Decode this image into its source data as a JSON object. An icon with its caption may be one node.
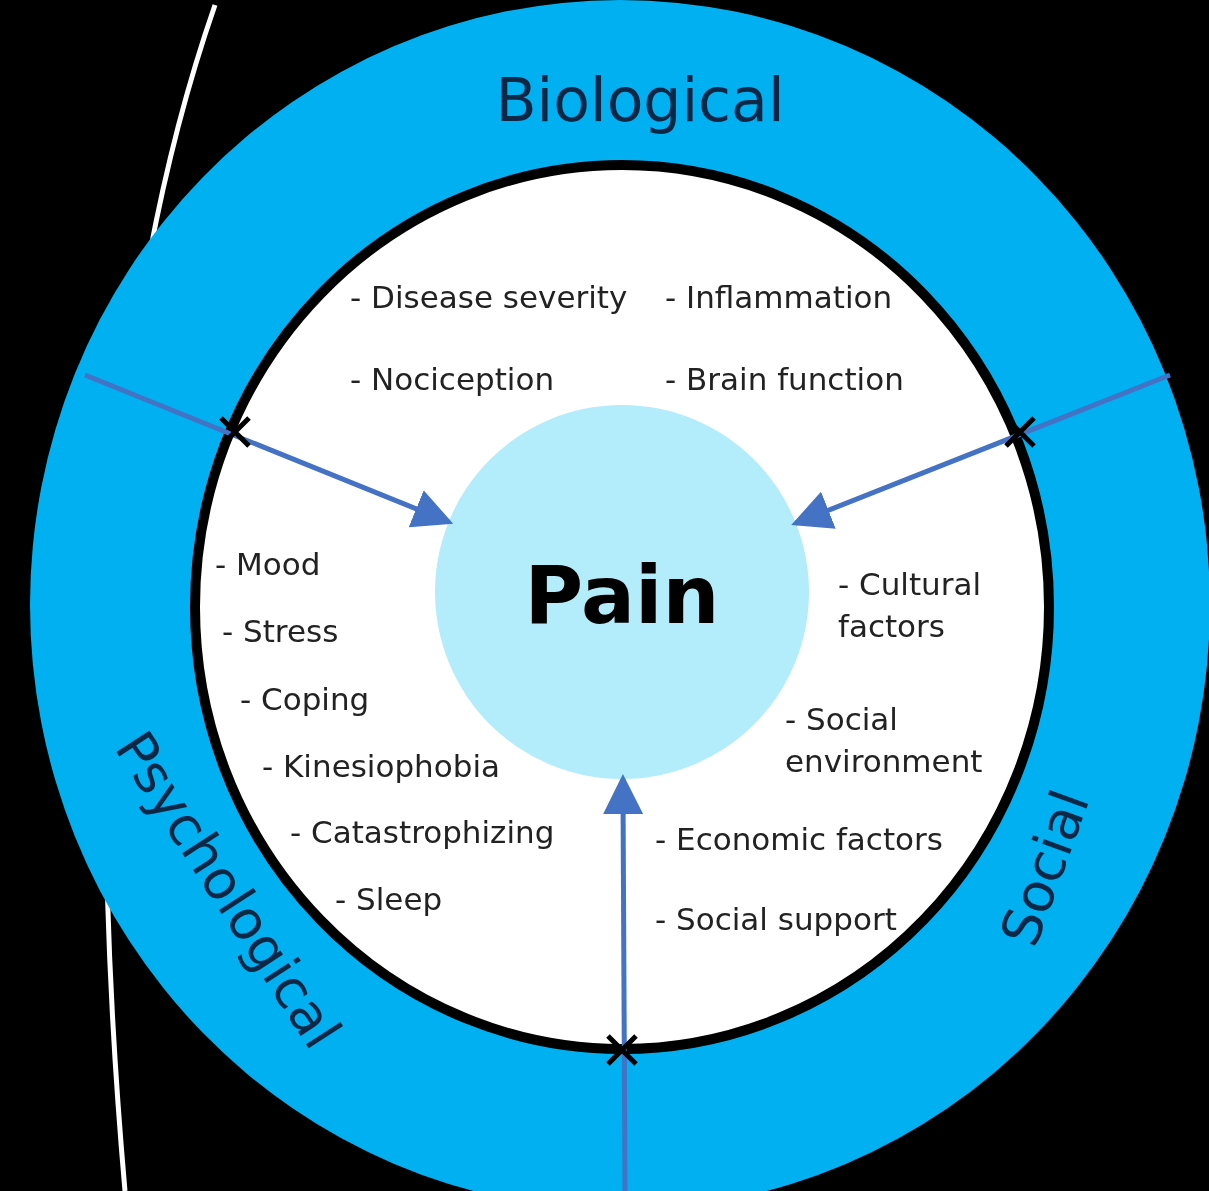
{
  "diagram": {
    "nodes": [
      {
        "text": [
          "Biological",
          "Psychological",
          "Social"
        ]
      },
      {
        "text": [],
        "shape": "circle",
        "in": 0
      },
      {
        "text": [
          "Pain"
        ],
        "in": 1
      }
    ],
    "edges": [
      {
        "from": null,
        "to": 2,
        "arrow": "to",
        "color": "#4472c4"
      },
      {
        "from": null,
        "to": 2,
        "arrow": "to",
        "color": "#4472c4"
      },
      {
        "from": null,
        "to": 2,
        "arrow": "to",
        "color": "#4472c4"
      }
    ],
    "labels": [
      "- Disease severity",
      "- Inflammation",
      "- Nociception",
      "- Brain function",
      "- Mood",
      "- Stress",
      "- Coping",
      "- Kinesiophobia",
      "- Catastrophizing",
      "- Sleep",
      "- Cultural factors",
      "- Social environment",
      "- Economic factors",
      "- Social support"
    ]
  }
}
